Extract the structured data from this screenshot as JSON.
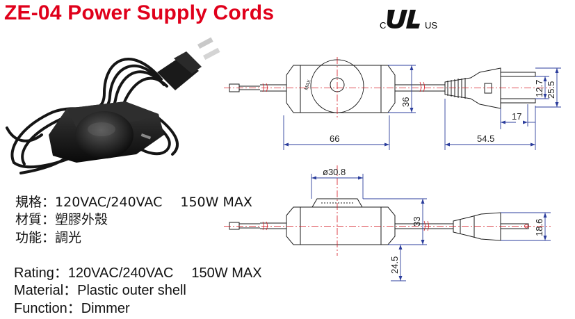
{
  "header": {
    "title": "ZE-04 Power Supply Cords",
    "cert": {
      "left": "C",
      "right": "US",
      "mark_icon": "ul-recognized-mark-icon"
    }
  },
  "photo": {
    "icon": "dimmer-cord-photo-icon"
  },
  "drawing": {
    "top_view": {
      "dim_width": "66",
      "dim_height": "36",
      "dim_plug_length": "54.5",
      "dim_prong_gap": "17",
      "dim_prong_width": "12.7",
      "dim_plug_width": "25.5",
      "dial_label": "MAX"
    },
    "side_view": {
      "dim_dial_diameter": "ø30.8",
      "dim_height": "33",
      "dim_offset": "24.5",
      "dim_plug_height": "18.6"
    }
  },
  "specs_cn": [
    {
      "label": "規格：",
      "value": "120VAC/240VAC",
      "extra": "150W MAX"
    },
    {
      "label": "材質：",
      "value": "塑膠外殼"
    },
    {
      "label": "功能：",
      "value": "調光"
    }
  ],
  "specs_en": [
    {
      "label": "Rating：",
      "value": "120VAC/240VAC",
      "extra": "150W MAX"
    },
    {
      "label": "Material：",
      "value": "Plastic outer shell"
    },
    {
      "label": "Function：",
      "value": "Dimmer"
    }
  ]
}
